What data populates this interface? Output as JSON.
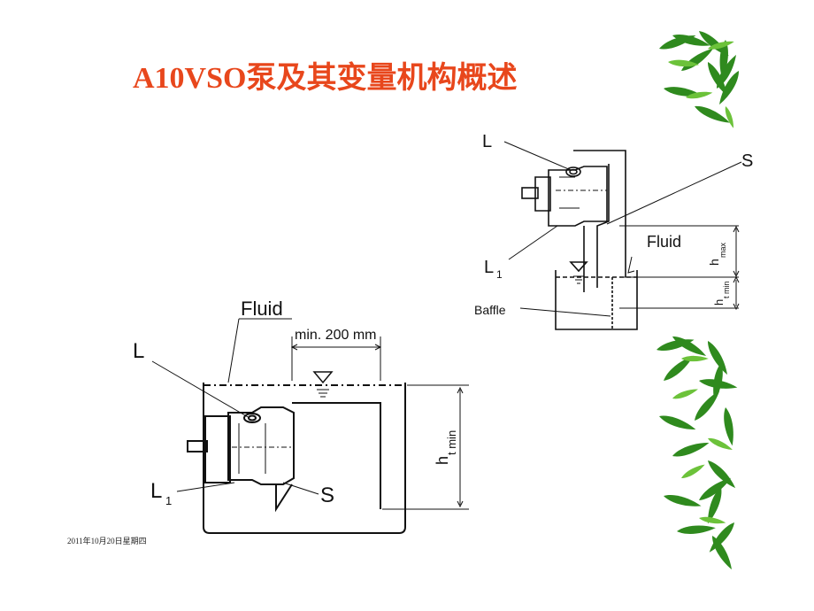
{
  "slide": {
    "title": "A10VSO泵及其变量机构概述",
    "footer_date": "2011年10月20日星期四"
  },
  "diagram_top": {
    "label_L": "L",
    "label_L1": "L",
    "label_L1_sub": "1",
    "label_S": "S",
    "label_fluid": "Fluid",
    "label_baffle": "Baffle",
    "label_hmax": "h",
    "label_hmax_sub": "max",
    "label_htmin": "h",
    "label_htmin_sub": "t min"
  },
  "diagram_bottom": {
    "label_fluid": "Fluid",
    "label_min_distance": "min. 200 mm",
    "label_L": "L",
    "label_L1": "L",
    "label_L1_sub": "1",
    "label_S": "S",
    "label_htmin": "h",
    "label_htmin_sub": "t min"
  },
  "decoration": {
    "leaf_color": "#2f8a1e",
    "leaf_light": "#6cc23a",
    "title_color": "#e8471c"
  }
}
